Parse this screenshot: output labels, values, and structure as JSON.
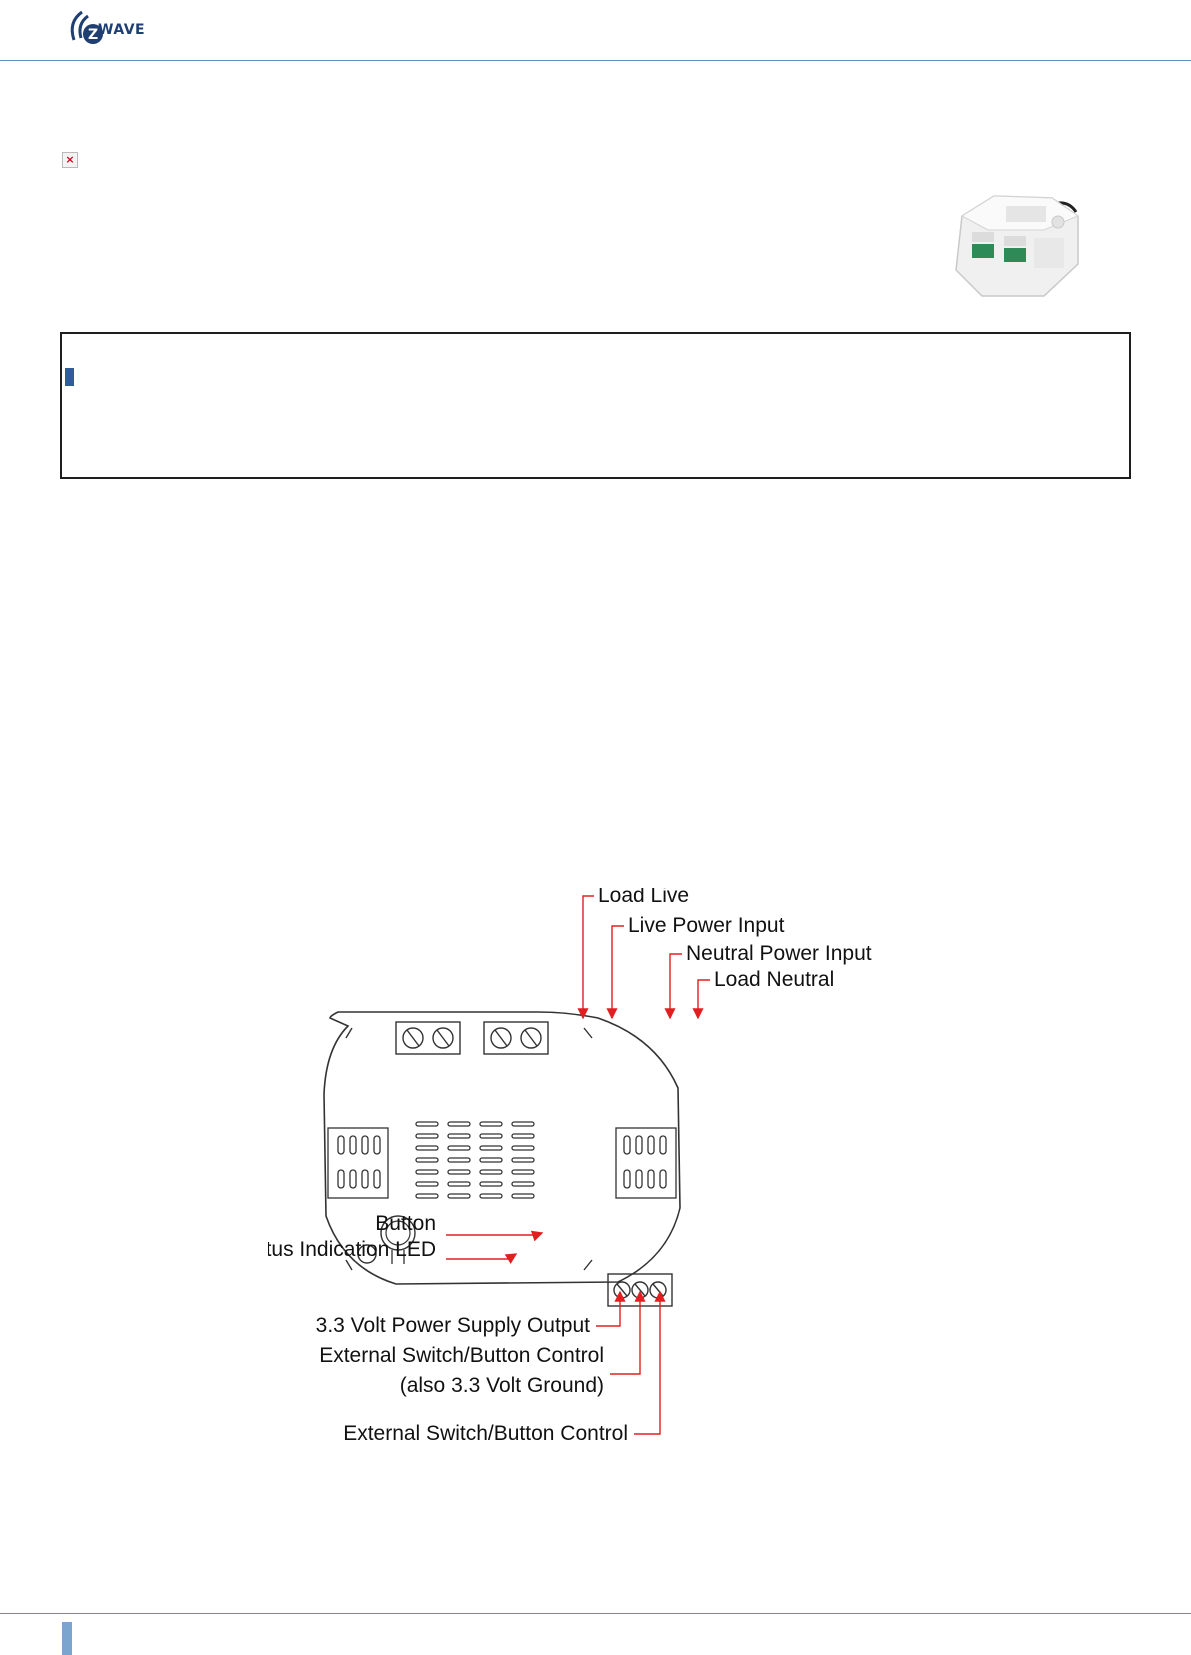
{
  "header": {
    "logo_text": "WAVE",
    "logo_letter": "Z"
  },
  "broken_image": {
    "glyph": "×"
  },
  "diagram": {
    "labels": {
      "load_live": "Load Live",
      "live_power_input": "Live Power Input",
      "neutral_power_input": "Neutral Power Input",
      "load_neutral": "Load Neutral",
      "button": "Button",
      "status_led": "Status Indication LED",
      "power_supply_output": "3.3 Volt Power Supply Output",
      "external_control_1": "External Switch/Button Control",
      "ground_note": "(also 3.3 Volt Ground)",
      "external_control_2": "External Switch/Button Control"
    }
  },
  "colors": {
    "accent_blue": "#5b8fc6",
    "marker_blue": "#2f5d9a",
    "arrow_red": "#e02020",
    "terminal_green": "#2e8b57"
  }
}
